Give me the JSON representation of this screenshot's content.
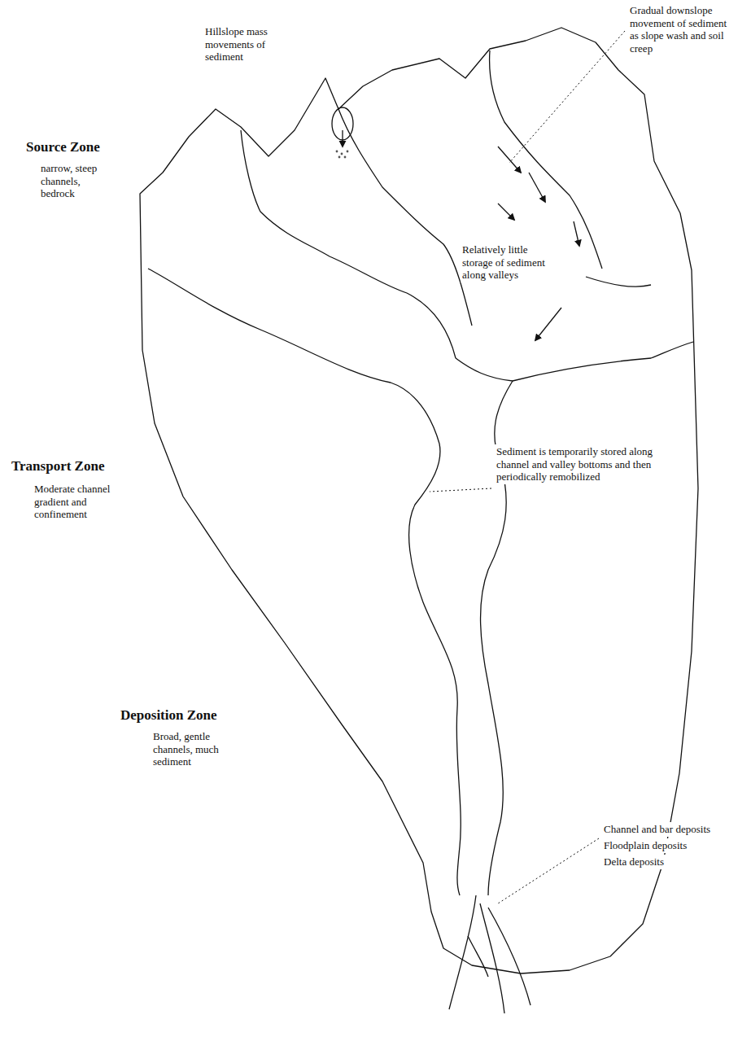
{
  "diagram": {
    "labels": [
      "Hillslope mass movements of sediment",
      "Gradual downslope movement of sediment as slope wash and soil creep",
      "Source Zone",
      "narrow, steep channels, bedrock",
      "Relatively little storage of sediment along valleys",
      "Transport Zone",
      "Moderate channel gradient and confinement",
      "Sediment is temporarily stored along channel and valley bottoms and then periodically remobilized",
      "Deposition Zone",
      "Broad, gentle channels, much sediment",
      "Channel and bar deposits",
      "Floodplain deposits",
      "Delta deposits"
    ]
  }
}
